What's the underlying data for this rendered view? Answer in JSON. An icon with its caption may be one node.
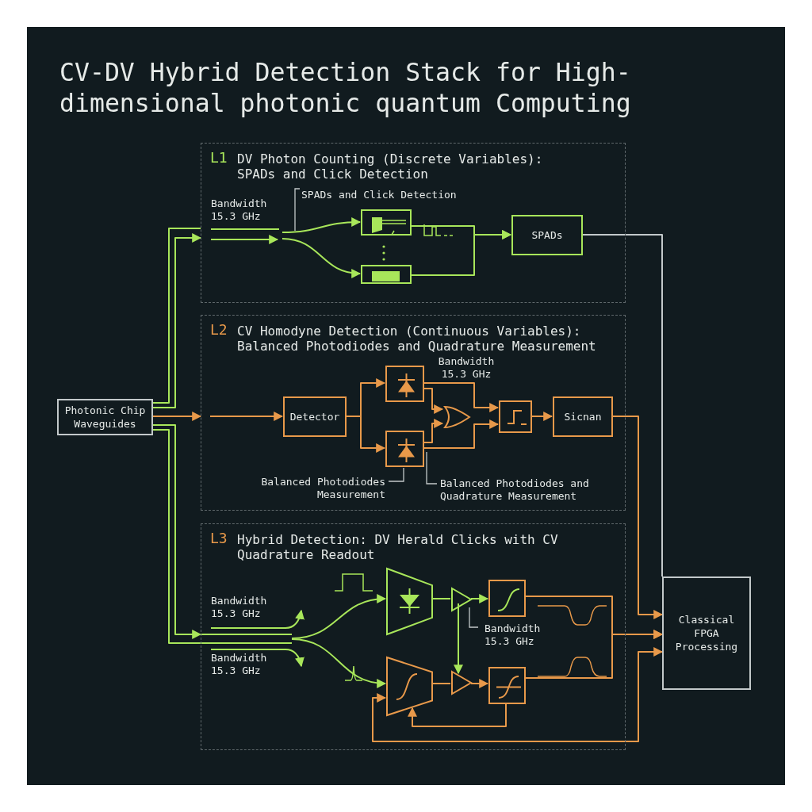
{
  "diagram": {
    "title": "CV-DV Hybrid Detection Stack for High-dimensional photonic quantum Computing",
    "nodes": [
      {
        "text": [
          "Photonic Chip Waveguides"
        ]
      },
      {
        "text": [
          "L1",
          "DV Photon Counting (Discrete Variables): SPADs and Click Detection"
        ]
      },
      {
        "text": [],
        "shape": "box",
        "in": 1
      },
      {
        "text": [],
        "shape": "box",
        "in": 1
      },
      {
        "text": [
          "SPADs"
        ],
        "in": 1
      },
      {
        "text": [
          "L2",
          "CV Homodyne Detection (Continuous Variables): Balanced Photodiodes and Quadrature Measurement"
        ]
      },
      {
        "text": [
          "Detector"
        ],
        "in": 5
      },
      {
        "text": [],
        "shape": "box",
        "in": 5
      },
      {
        "text": [],
        "shape": "box",
        "in": 5
      },
      {
        "text": [],
        "shape": "gate",
        "in": 5
      },
      {
        "text": [],
        "shape": "box",
        "in": 5
      },
      {
        "text": [
          "Sicnan"
        ],
        "in": 5
      },
      {
        "text": [
          "L3",
          "Hybrid Detection: DV Herald Clicks with CV Quadrature Readout"
        ]
      },
      {
        "text": [],
        "shape": "trapezoid",
        "in": 12
      },
      {
        "text": [],
        "shape": "triangle",
        "in": 12
      },
      {
        "text": [],
        "shape": "box",
        "in": 12
      },
      {
        "text": [],
        "shape": "trapezoid",
        "in": 12
      },
      {
        "text": [],
        "shape": "triangle",
        "in": 12
      },
      {
        "text": [],
        "shape": "box",
        "in": 12
      },
      {
        "text": [
          "Classical FPGA Processing"
        ]
      }
    ],
    "edges": [
      {
        "from": 0,
        "to": 1,
        "arrow": "to",
        "color": "#a8e65a"
      },
      {
        "from": 0,
        "to": 1,
        "arrow": "none",
        "color": "#a8e65a"
      },
      {
        "from": 0,
        "to": 5,
        "arrow": "to"
      },
      {
        "from": 0,
        "to": 12,
        "arrow": "to",
        "color": "#a8e65a"
      },
      {
        "from": 0,
        "to": 12,
        "arrow": "none",
        "color": "#a8e65a"
      },
      {
        "from": null,
        "to": 2,
        "arrow": "to",
        "color": "#a8e65a"
      },
      {
        "from": null,
        "to": 3,
        "arrow": "to",
        "color": "#a8e65a"
      },
      {
        "from": 2,
        "to": 4,
        "arrow": "to",
        "color": "#a8e65a"
      },
      {
        "from": 3,
        "to": 4,
        "arrow": "to",
        "color": "#a8e65a"
      },
      {
        "from": 4,
        "to": 19,
        "arrow": "none",
        "color": "#c3c9ca"
      },
      {
        "from": null,
        "to": 6,
        "arrow": "to"
      },
      {
        "from": 6,
        "to": 7,
        "arrow": "to"
      },
      {
        "from": 6,
        "to": 8,
        "arrow": "to"
      },
      {
        "from": 7,
        "to": 10,
        "arrow": "to"
      },
      {
        "from": 8,
        "to": 10,
        "arrow": "to"
      },
      {
        "from": 7,
        "to": 9,
        "arrow": "to"
      },
      {
        "from": 8,
        "to": 9,
        "arrow": "to"
      },
      {
        "from": 10,
        "to": 11,
        "arrow": "to"
      },
      {
        "from": 11,
        "to": 19,
        "arrow": "to"
      },
      {
        "from": null,
        "to": 13,
        "arrow": "to",
        "color": "#a8e65a"
      },
      {
        "from": null,
        "to": 16,
        "arrow": "to",
        "color": "#a8e65a"
      },
      {
        "from": 13,
        "to": 14,
        "arrow": "none",
        "color": "#a8e65a"
      },
      {
        "from": 14,
        "to": 15,
        "arrow": "to",
        "color": "#a8e65a"
      },
      {
        "from": 14,
        "to": 17,
        "arrow": "to",
        "color": "#a8e65a"
      },
      {
        "from": 16,
        "to": 17,
        "arrow": "none"
      },
      {
        "from": 17,
        "to": 18,
        "arrow": "to"
      },
      {
        "from": 18,
        "to": 16,
        "arrow": "to"
      },
      {
        "from": 15,
        "to": 19,
        "arrow": "to"
      },
      {
        "from": 18,
        "to": 19,
        "arrow": "to"
      },
      {
        "from": 16,
        "to": 19,
        "arrow": "both"
      }
    ],
    "labels": [
      "Bandwidth 15.3 GHz",
      "SPADs and Click Detection",
      "Bandwidth 15.3 GHz",
      "Balanced Photodiodes Measurement",
      "Balanced Photodiodes and Quadrature Measurement",
      "Bandwidth 15.3 GHz",
      "Bandwidth 15.3 GHz",
      "Bandwidth 15.3 GHz"
    ]
  }
}
